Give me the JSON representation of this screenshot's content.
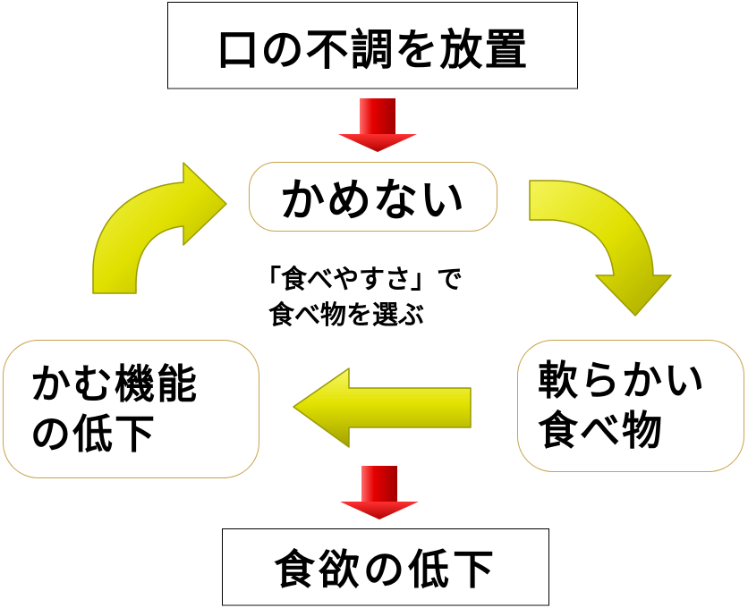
{
  "diagram": {
    "title_box": {
      "text": "口の不調を放置"
    },
    "cycle_nodes": [
      {
        "id": "kamenai",
        "text": "かめない"
      },
      {
        "id": "soft-food",
        "lines": [
          "軟らかい",
          "食べ物"
        ]
      },
      {
        "id": "chewing-decline",
        "lines": [
          "かむ機能",
          "の低下"
        ]
      }
    ],
    "center_note": {
      "lines": [
        "「食べやすさ」で",
        "食べ物を選ぶ"
      ]
    },
    "result_box": {
      "text": "食欲の低下"
    },
    "arrows": [
      {
        "from": "title_box",
        "to": "kamenai",
        "style": "red-down"
      },
      {
        "from": "kamenai",
        "to": "soft-food",
        "style": "yellow-curved"
      },
      {
        "from": "soft-food",
        "to": "chewing-decline",
        "style": "yellow-left"
      },
      {
        "from": "chewing-decline",
        "to": "kamenai",
        "style": "yellow-curved"
      },
      {
        "from": "chewing-decline",
        "to": "result_box",
        "style": "red-down"
      }
    ],
    "colors": {
      "red_arrow": "#e00000",
      "yellow_arrow": "#e6e600",
      "rounded_border": "#c9a24a",
      "text": "#000000"
    }
  }
}
